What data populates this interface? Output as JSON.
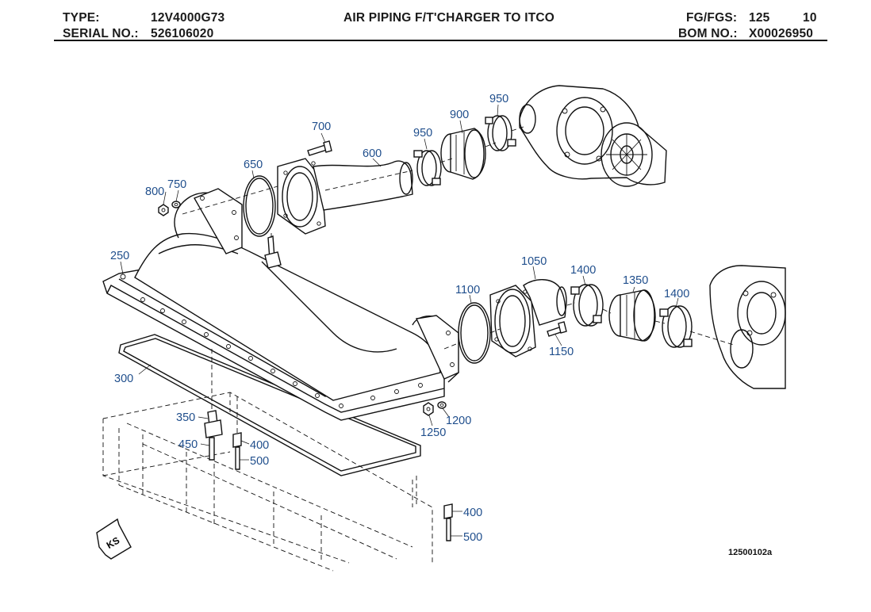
{
  "header": {
    "type_label": "TYPE:",
    "type_value": "12V4000G73",
    "serial_label": "SERIAL NO.:",
    "serial_value": "526106020",
    "title": "AIR PIPING F/T'CHARGER TO ITCO",
    "fg_label": "FG/FGS:",
    "fg_value": "125",
    "fg_sub": "10",
    "bom_label": "BOM NO.:",
    "bom_value": "X00026950"
  },
  "callouts": {
    "c700": "700",
    "c600": "600",
    "c950a": "950",
    "c900": "900",
    "c950b": "950",
    "c650": "650",
    "c800": "800",
    "c750": "750",
    "c250": "250",
    "c1050": "1050",
    "c1100": "1100",
    "c1400a": "1400",
    "c1350": "1350",
    "c1400b": "1400",
    "c1150": "1150",
    "c300": "300",
    "c1200": "1200",
    "c1250": "1250",
    "c350": "350",
    "c450": "450",
    "c400a": "400",
    "c500a": "500",
    "c400b": "400",
    "c500b": "500"
  },
  "view_marker": "KS",
  "figure_number": "12500102a"
}
